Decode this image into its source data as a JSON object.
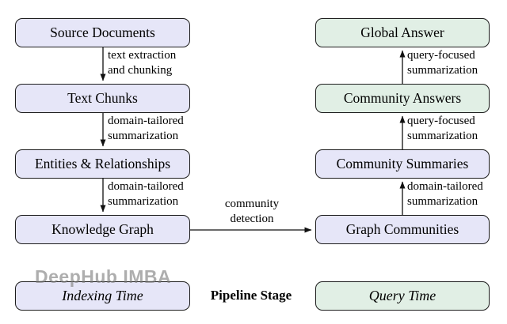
{
  "watermark": {
    "text": "DeepHub IMBA"
  },
  "legend": {
    "pipeline_stage_label": "Pipeline Stage"
  },
  "colors": {
    "indexing_fill": "#e6e6f8",
    "query_fill": "#e1efe5",
    "node_border": "#1c1c1c",
    "arrow": "#111111",
    "watermark_gray": "#7d7d7d"
  },
  "nodes": [
    {
      "id": "source-documents",
      "label": "Source Documents",
      "stage": "indexing"
    },
    {
      "id": "text-chunks",
      "label": "Text Chunks",
      "stage": "indexing"
    },
    {
      "id": "entities-relationships",
      "label": "Entities & Relationships",
      "stage": "indexing"
    },
    {
      "id": "knowledge-graph",
      "label": "Knowledge Graph",
      "stage": "indexing"
    },
    {
      "id": "global-answer",
      "label": "Global Answer",
      "stage": "query"
    },
    {
      "id": "community-answers",
      "label": "Community Answers",
      "stage": "query"
    },
    {
      "id": "community-summaries",
      "label": "Community Summaries",
      "stage": "indexing"
    },
    {
      "id": "graph-communities",
      "label": "Graph Communities",
      "stage": "indexing"
    },
    {
      "id": "indexing-time",
      "label": "Indexing Time",
      "stage": "indexing"
    },
    {
      "id": "query-time",
      "label": "Query Time",
      "stage": "query"
    }
  ],
  "edges": [
    {
      "from": "source-documents",
      "to": "text-chunks",
      "line1": "text extraction",
      "line2": "and chunking"
    },
    {
      "from": "text-chunks",
      "to": "entities-relationships",
      "line1": "domain-tailored",
      "line2": "summarization"
    },
    {
      "from": "entities-relationships",
      "to": "knowledge-graph",
      "line1": "domain-tailored",
      "line2": "summarization"
    },
    {
      "from": "knowledge-graph",
      "to": "graph-communities",
      "line1": "community",
      "line2": "detection"
    },
    {
      "from": "graph-communities",
      "to": "community-summaries",
      "line1": "domain-tailored",
      "line2": "summarization"
    },
    {
      "from": "community-summaries",
      "to": "community-answers",
      "line1": "query-focused",
      "line2": "summarization"
    },
    {
      "from": "community-answers",
      "to": "global-answer",
      "line1": "query-focused",
      "line2": "summarization"
    }
  ]
}
